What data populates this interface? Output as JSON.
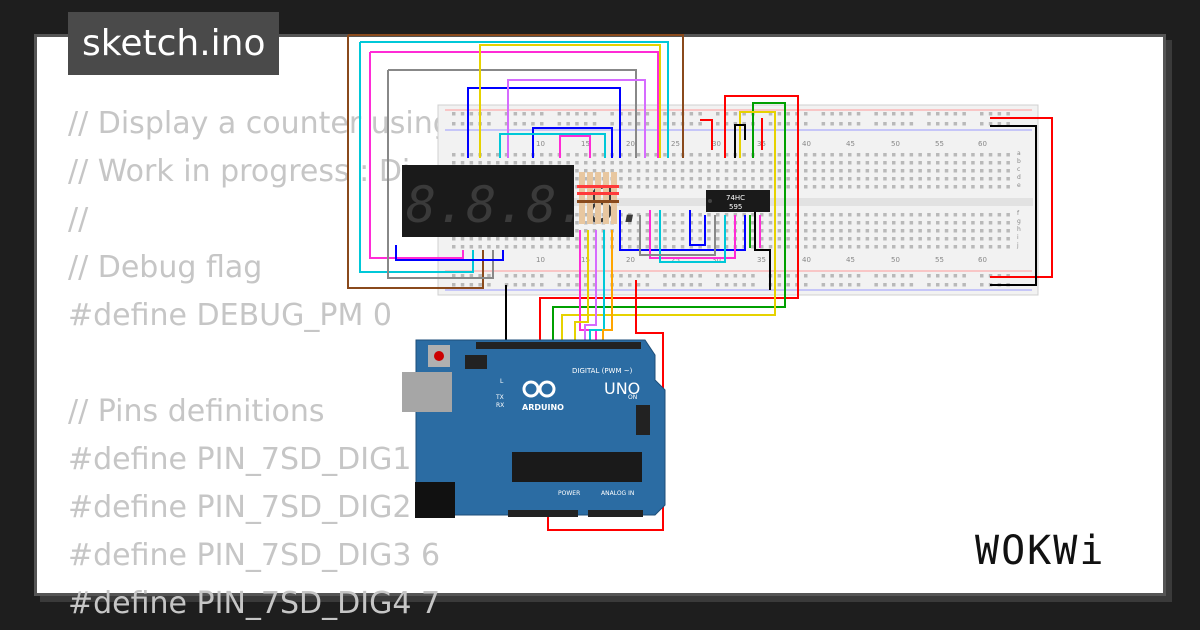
{
  "tab": {
    "filename": "sketch.ino"
  },
  "code_lines": [
    "// Display a counter using",
    "// Work in progress : Di",
    "//",
    "// Debug flag",
    "#define DEBUG_PM 0",
    "",
    "// Pins definitions",
    "#define PIN_7SD_DIG1",
    "#define PIN_7SD_DIG2",
    "#define PIN_7SD_DIG3 6",
    "#define PIN_7SD_DIG4 7"
  ],
  "circuit": {
    "display_digits": "8.8.8.8.",
    "shift_register_line1": "74HC",
    "shift_register_line2": "595",
    "breadboard_columns": [
      "10",
      "15",
      "20",
      "25",
      "30",
      "35",
      "40",
      "45",
      "50",
      "55",
      "60"
    ],
    "breadboard_rows_top": [
      "a",
      "b",
      "c",
      "d",
      "e"
    ],
    "breadboard_rows_bottom": [
      "f",
      "g",
      "h",
      "i",
      "j"
    ],
    "arduino": {
      "model": "UNO",
      "brand": "ARDUINO",
      "digital_label": "DIGITAL (PWM ~)",
      "power_label": "POWER",
      "analog_label": "ANALOG IN",
      "on_label": "ON",
      "led_l": "L",
      "led_tx": "TX",
      "led_rx": "RX"
    },
    "board_color": "#2b6ca3",
    "wire_colors": [
      "#00c8d8",
      "#ff2bd6",
      "#e6d200",
      "#0000ff",
      "#8a4a1c",
      "#888888",
      "#ff0000",
      "#00a000",
      "#000000",
      "#ffa500",
      "#d66bff"
    ]
  },
  "brand": {
    "logo": "WOKWi"
  }
}
